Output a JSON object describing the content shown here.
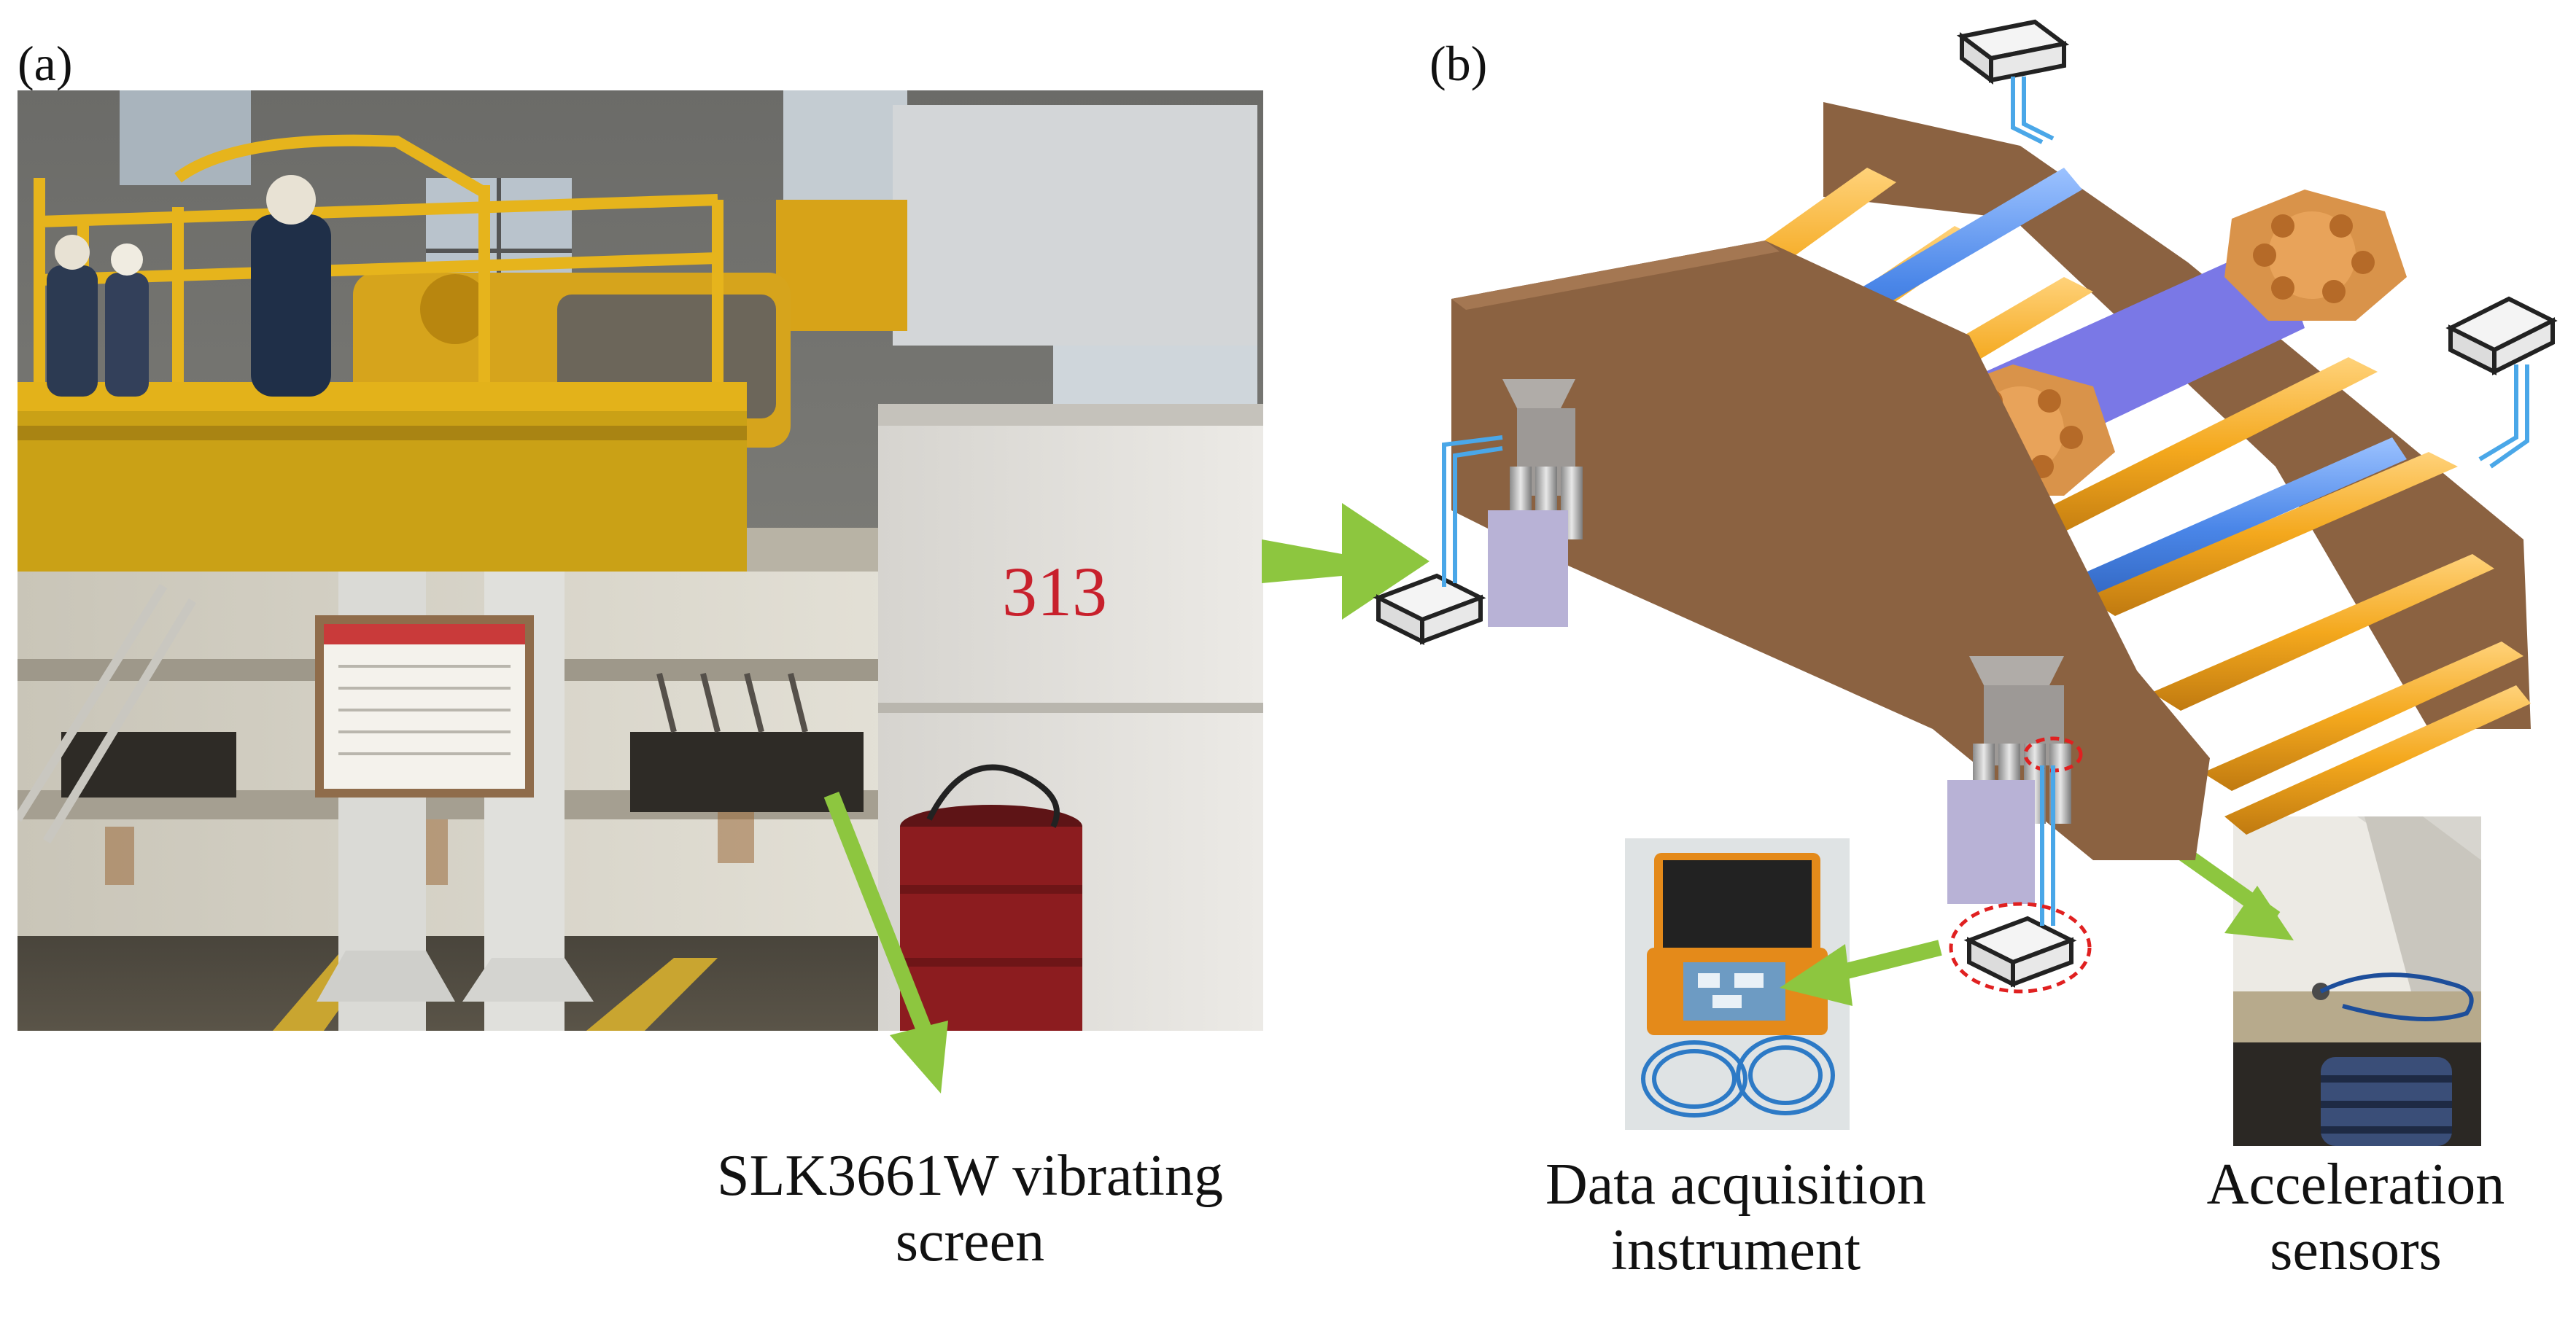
{
  "panels": {
    "a": {
      "label": "(a)"
    },
    "b": {
      "label": "(b)"
    }
  },
  "photo_a": {
    "screen_number": "313"
  },
  "captions": {
    "screen_line1": "SLK3661W vibrating",
    "screen_line2": "screen",
    "daq_line1": "Data acquisition",
    "daq_line2": "instrument",
    "sensor_line1": "Acceleration",
    "sensor_line2": "sensors"
  },
  "colors": {
    "arrow": "#8dc63f",
    "plate": "#8b6241",
    "beam": "#f4a81d",
    "tube": "#4a86e8",
    "exciter": "#d9934a",
    "highlight": "#e02020"
  }
}
